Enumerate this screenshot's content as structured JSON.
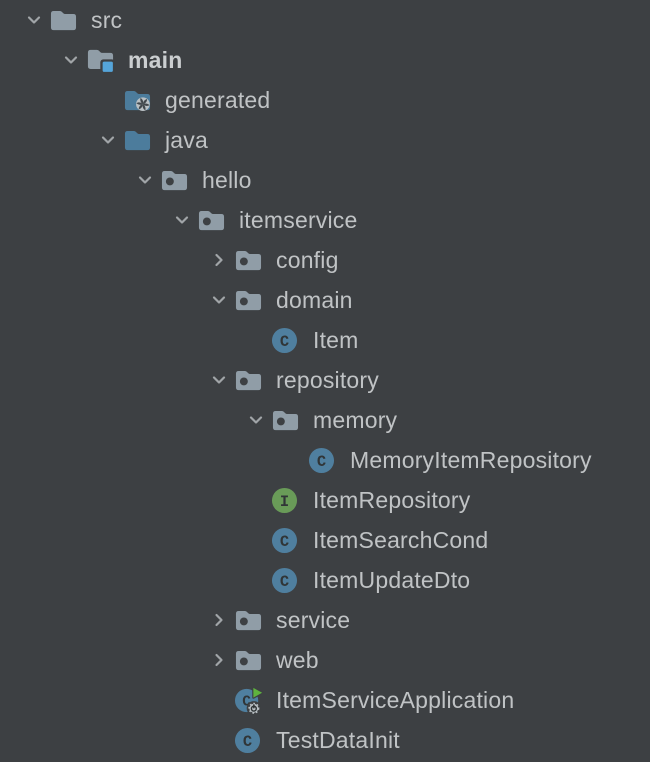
{
  "panel": {
    "name": "project-tree",
    "theme": "darcula-dark"
  },
  "colors": {
    "background": "#3D4043",
    "text": "#C0C3C5",
    "text_bold": "#CBCED0",
    "chevron": "#A1A5A8",
    "folder_gray": "#909DA7",
    "folder_blue": "#4C7C9C",
    "package_dot": "#3D4043",
    "sources_root_badge_blue": "#55A5DA",
    "class_circle_blue": "#4F7F9F",
    "interface_circle_green": "#699B58",
    "run_triangle_green": "#5FB33E",
    "badge_gray": "#B9C0C4",
    "glyph_dark": "#303537"
  },
  "icons": {
    "chevron_down": "expanded-node-arrow",
    "chevron_right": "collapsed-node-arrow",
    "folder": "plain-folder",
    "folder_sources_root": "folder-with-blue-square-badge",
    "folder_generated": "blue-folder-with-pinwheel-badge",
    "folder_source": "blue-source-folder",
    "package": "folder-with-dark-dot",
    "class": "blue-circle-C",
    "interface": "green-circle-I",
    "class_runnable": "blue-circle-C-with-run-arrow-and-gear"
  },
  "tree": {
    "rows": [
      {
        "label": "src",
        "level": 0,
        "chevron": "down",
        "icon": "folder",
        "bold": false
      },
      {
        "label": "main",
        "level": 1,
        "chevron": "down",
        "icon": "folder_sources_root",
        "bold": true
      },
      {
        "label": "generated",
        "level": 2,
        "chevron": "none",
        "icon": "folder_generated",
        "bold": false
      },
      {
        "label": "java",
        "level": 2,
        "chevron": "down",
        "icon": "folder_source",
        "bold": false
      },
      {
        "label": "hello",
        "level": 3,
        "chevron": "down",
        "icon": "package",
        "bold": false
      },
      {
        "label": "itemservice",
        "level": 4,
        "chevron": "down",
        "icon": "package",
        "bold": false
      },
      {
        "label": "config",
        "level": 5,
        "chevron": "right",
        "icon": "package",
        "bold": false
      },
      {
        "label": "domain",
        "level": 5,
        "chevron": "down",
        "icon": "package",
        "bold": false
      },
      {
        "label": "Item",
        "level": 6,
        "chevron": "none",
        "icon": "class",
        "bold": false
      },
      {
        "label": "repository",
        "level": 5,
        "chevron": "down",
        "icon": "package",
        "bold": false
      },
      {
        "label": "memory",
        "level": 6,
        "chevron": "down",
        "icon": "package",
        "bold": false
      },
      {
        "label": "MemoryItemRepository",
        "level": 7,
        "chevron": "none",
        "icon": "class",
        "bold": false
      },
      {
        "label": "ItemRepository",
        "level": 6,
        "chevron": "none",
        "icon": "interface",
        "bold": false
      },
      {
        "label": "ItemSearchCond",
        "level": 6,
        "chevron": "none",
        "icon": "class",
        "bold": false
      },
      {
        "label": "ItemUpdateDto",
        "level": 6,
        "chevron": "none",
        "icon": "class",
        "bold": false
      },
      {
        "label": "service",
        "level": 5,
        "chevron": "right",
        "icon": "package",
        "bold": false
      },
      {
        "label": "web",
        "level": 5,
        "chevron": "right",
        "icon": "package",
        "bold": false
      },
      {
        "label": "ItemServiceApplication",
        "level": 5,
        "chevron": "none",
        "icon": "class_runnable",
        "bold": false
      },
      {
        "label": "TestDataInit",
        "level": 5,
        "chevron": "none",
        "icon": "class",
        "bold": false
      }
    ]
  }
}
